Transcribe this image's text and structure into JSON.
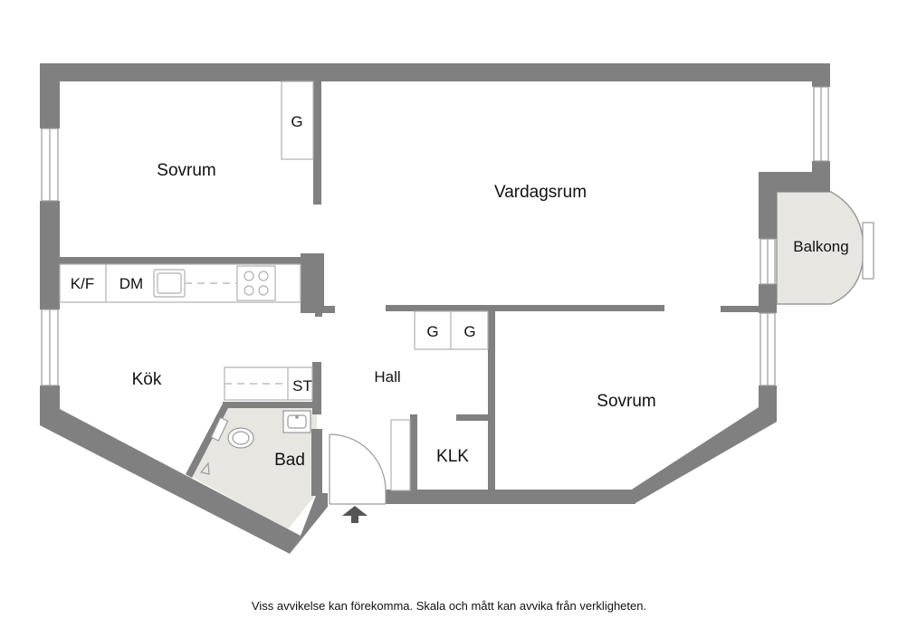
{
  "floorplan": {
    "rooms": {
      "sovrum_1": "Sovrum",
      "vardagsrum": "Vardagsrum",
      "balkong": "Balkong",
      "kok": "Kök",
      "hall": "Hall",
      "bad": "Bad",
      "sovrum_2": "Sovrum",
      "klk": "KLK"
    },
    "fixtures": {
      "garderob_bedroom": "G",
      "garderob_hall_1": "G",
      "garderob_hall_2": "G",
      "kf": "K/F",
      "dm": "DM",
      "st": "ST"
    },
    "colors": {
      "wall": "#808080",
      "balcony_fill": "#e8e6e1",
      "bath_fill": "#e8e6e1",
      "fixture_line": "#b0b0b0"
    }
  },
  "footer": {
    "disclaimer": "Viss avvikelse kan förekomma. Skala och mått kan avvika från verkligheten."
  }
}
